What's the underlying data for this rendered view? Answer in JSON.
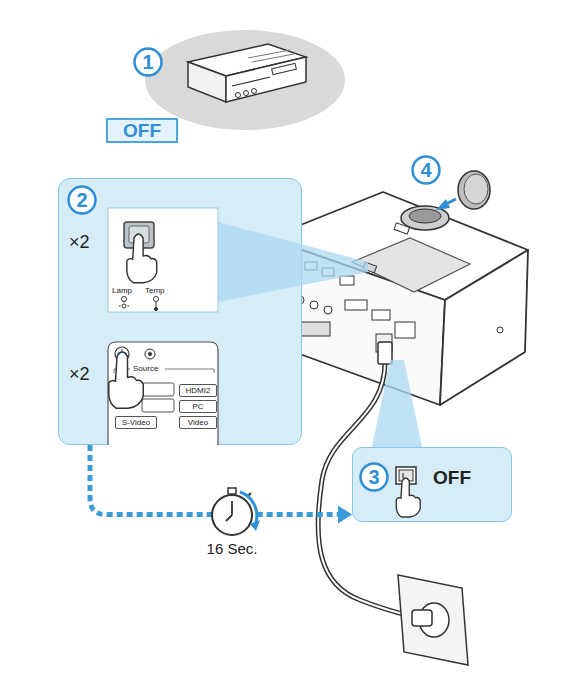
{
  "diagram": {
    "nodes": [
      {
        "text": [
          "1"
        ]
      },
      {
        "text": [
          "OFF"
        ]
      },
      {
        "text": [
          "×2",
          "×2"
        ]
      },
      {
        "text": [
          "2"
        ],
        "in": 2
      },
      {
        "text": [
          "HDMI2"
        ],
        "in": 2
      },
      {
        "text": [
          "PC"
        ],
        "in": 2
      },
      {
        "text": [
          "S-Video"
        ],
        "in": 2
      },
      {
        "text": [
          "Video"
        ],
        "in": 2
      },
      {
        "text": [
          "4"
        ]
      },
      {
        "text": [
          "OFF"
        ]
      },
      {
        "text": [
          "3"
        ],
        "in": 9
      }
    ],
    "edges": [
      {
        "from": 2,
        "to": 9,
        "arrow": "to",
        "label": "16 Sec."
      }
    ],
    "labels": [
      "Lamp",
      "Temp",
      "Source"
    ]
  }
}
